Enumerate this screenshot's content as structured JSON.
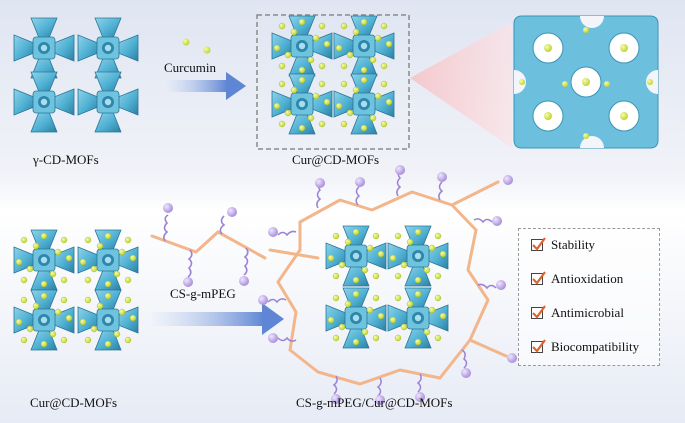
{
  "labels": {
    "gamma_cd_mofs": "γ-CD-MOFs",
    "curcumin": "Curcumin",
    "cur_cd_mofs_top": "Cur@CD-MOFs",
    "cs_g_mpeg": "CS-g-mPEG",
    "cur_cd_mofs_bottom": "Cur@CD-MOFs",
    "composite": "CS-g-mPEG/Cur@CD-MOFs"
  },
  "properties": [
    "Stability",
    "Antioxidation",
    "Antimicrobial",
    "Biocompatibility"
  ],
  "colors": {
    "mof": "#5bb6d6",
    "mof_dark": "#2f86a8",
    "curcumin": "#d9ec4a",
    "polymer": "#f3b58a",
    "peg": "#b79fe0",
    "arrow": "#6e92d8",
    "check": "#e0632e"
  }
}
